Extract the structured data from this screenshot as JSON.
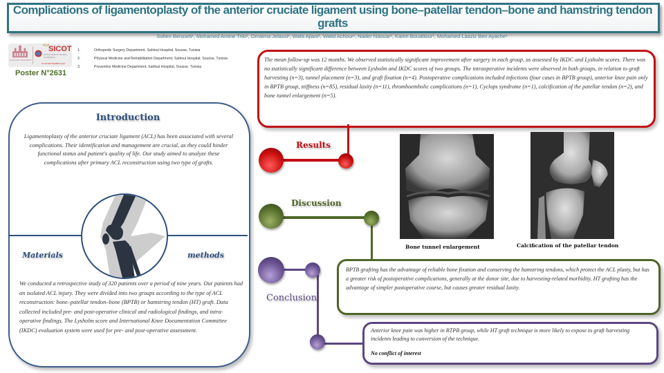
{
  "header": {
    "title": "Complications of ligamentoplasty of the anterior cruciate ligament using bone–patellar tendon–bone and hamstring tendon grafts",
    "authors": "Sofien Benzarti¹, Mohamed Amine Triki¹, Omaima Jelassi², Wafa Ajlani³, Walid Achour¹, Nader Naouar¹, Karim Bouattour¹, Mohamed Laaziz Ben Ayache¹"
  },
  "logo": {
    "edition": "41st",
    "brand": "SICOT",
    "subtitle": "ORTHOPAEDIC WORLD CONGRESS",
    "dates": "15-18 SEPTEMBER 2021",
    "city": "HUNGARY BUDAPEST"
  },
  "poster_number": "Poster N°2631",
  "affiliations": [
    {
      "num": "1.",
      "text": "Orthopedic Surgery Department, Sahloul Hospital, Sousse, Tunisia"
    },
    {
      "num": "2.",
      "text": "Physical Medicine and Rehabilitation Department, Sahloul Hospital, Sousse, Tunisia"
    },
    {
      "num": "3.",
      "text": "Preventive Medicine Department, Sahloul Hospital, Sousse, Tunisia"
    }
  ],
  "introduction": {
    "title": "Introduction",
    "text": "Ligamentoplasty of the anterior cruciate ligament (ACL) has been associated with several complications. Their identification and management are crucial, as they could hinder functional status and patient's quality of life. Our study aimed to analyze these complications after primary ACL reconstruction using two type of grafts."
  },
  "materials_methods": {
    "label_left": "Materials",
    "label_right": "methods",
    "text": "We conducted a retrospective study of 320 patients over a period of nine years. Our patients had an isolated ACL injury. They were divided into two groups according to the type of ACL reconstruction: bone–patellar tendon–bone (BPTB) or hamstring tendon (HT) graft. Data collected included pre- and post-operative clinical and radiological findings, and intra-operative findings. The Lysholm score and International Knee Documentation Committee (IKDC) evaluation system were used for pre- and post-operative assessment."
  },
  "results": {
    "label": "Results",
    "text": "The mean follow-up was 12 months. We observed statistically significant improvement after surgery in each group, as assessed by IKDC and Lysholm scores. There was no statistically significant difference between Lysholm and IKDC scores of two groups. The intraoperative incidents were observed in both groups, in relation to graft harvesting (n=3), tunnel placement (n=3), and graft fixation (n=4). Postoperative complications included infections (four cases in BPTB group), anterior knee pain only in BPTB group, stiffness (n=85), residual laxity (n=11), thromboembolic complications (n=1), Cyclops syndrome (n=1), calcification of the patellar tendon (n=2), and bone tunnel enlargement (n=5)."
  },
  "figures": [
    {
      "caption": "Bone tunnel enlargement"
    },
    {
      "caption": "Calcification of the patellar tendon"
    }
  ],
  "discussion": {
    "label": "Discussion",
    "text": "BPTB grafting has the advantage of reliable bone fixation and conserving the hamstring tendons, which protect the ACL plasty, but has a greater risk of postoperative complications, generally at the donor site, due to harvesting-related morbidity. HT grafting has the advantage of simpler postoperative course, but causes greater residual laxity."
  },
  "conclusion": {
    "label": "Conclusion",
    "text": "Anterior knee pain was higher in BTPB group, while HT graft technique is more likely to expose to graft harvesting incidents leading to conversion of the technique.",
    "conflict": "No conflict of interest"
  },
  "colors": {
    "title": "#2e7383",
    "results": "#c00d14",
    "discussion": "#4e6628",
    "conclusion": "#5c4680",
    "intro": "#2d4f7a"
  }
}
